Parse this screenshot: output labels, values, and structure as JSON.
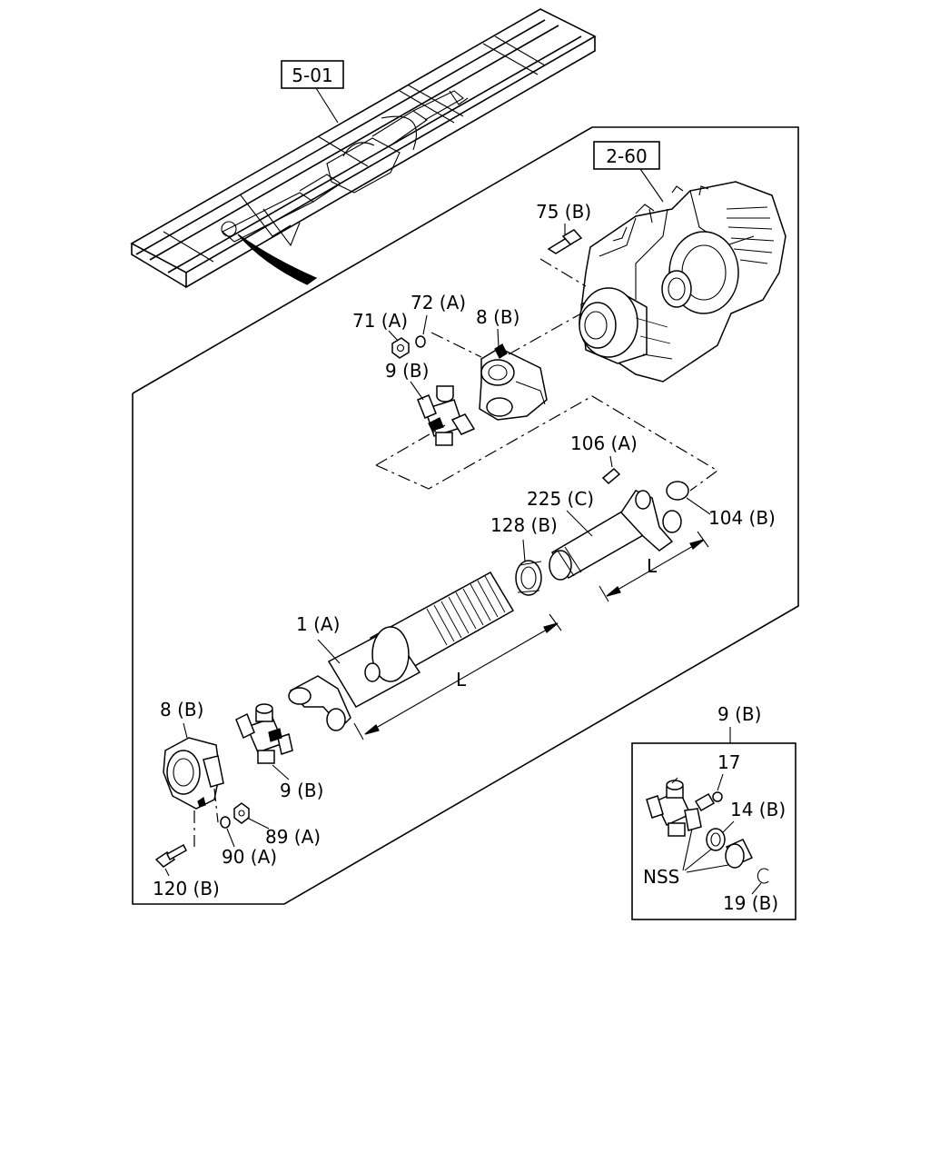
{
  "callouts": {
    "ref_frame": "5-01",
    "ref_transmission": "2-60",
    "p75b": "75 (B)",
    "p71a": "71 (A)",
    "p72a": "72 (A)",
    "p8b_top": "8 (B)",
    "p9b_top": "9 (B)",
    "p106a": "106 (A)",
    "p225c": "225 (C)",
    "p128b": "128 (B)",
    "p104b": "104 (B)",
    "p1a": "1 (A)",
    "dim_l_upper": "L",
    "dim_l_lower": "L",
    "p8b_bottom": "8 (B)",
    "p9b_bottom": "9 (B)",
    "p89a": "89 (A)",
    "p90a": "90 (A)",
    "p120b": "120 (B)",
    "inset_title": "9 (B)",
    "p17": "17",
    "p14b": "14 (B)",
    "nss": "NSS",
    "p19b": "19 (B)"
  }
}
